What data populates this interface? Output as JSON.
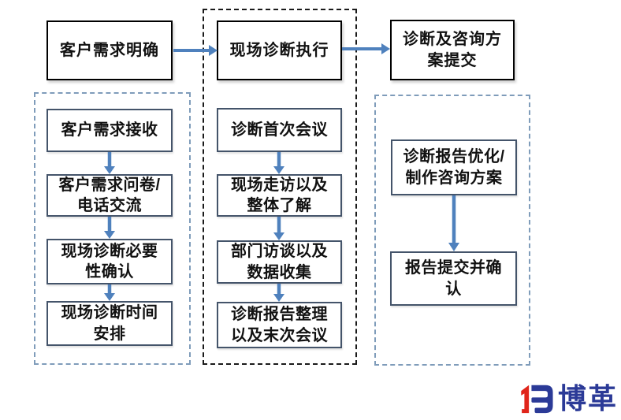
{
  "diagram": {
    "title_boxes": [
      {
        "label": "客户需求明确"
      },
      {
        "label": "现场诊断执行"
      },
      {
        "label": "诊断及咨询方\n案提交"
      }
    ],
    "columns": [
      {
        "steps": [
          {
            "label": "客户需求接收"
          },
          {
            "label": "客户需求问卷/\n电话交流"
          },
          {
            "label": "现场诊断必要\n性确认"
          },
          {
            "label": "现场诊断时间\n安排"
          }
        ]
      },
      {
        "steps": [
          {
            "label": "诊断首次会议"
          },
          {
            "label": "现场走访以及\n整体了解"
          },
          {
            "label": "部门访谈以及\n数据收集"
          },
          {
            "label": "诊断报告整理\n以及末次会议"
          }
        ]
      },
      {
        "steps": [
          {
            "label": "诊断报告优化/\n制作咨询方案"
          },
          {
            "label": "报告提交并确\n认"
          }
        ]
      }
    ]
  },
  "logo": {
    "text": "博革"
  },
  "colors": {
    "arrow": "#4f81bd",
    "container_blue": "#7f9cba",
    "container_black": "#1a1a1a",
    "top_box_border": "#000000",
    "sub_box_border": "#44546a",
    "logo_red": "#e0251b",
    "logo_blue": "#2b3a97"
  }
}
